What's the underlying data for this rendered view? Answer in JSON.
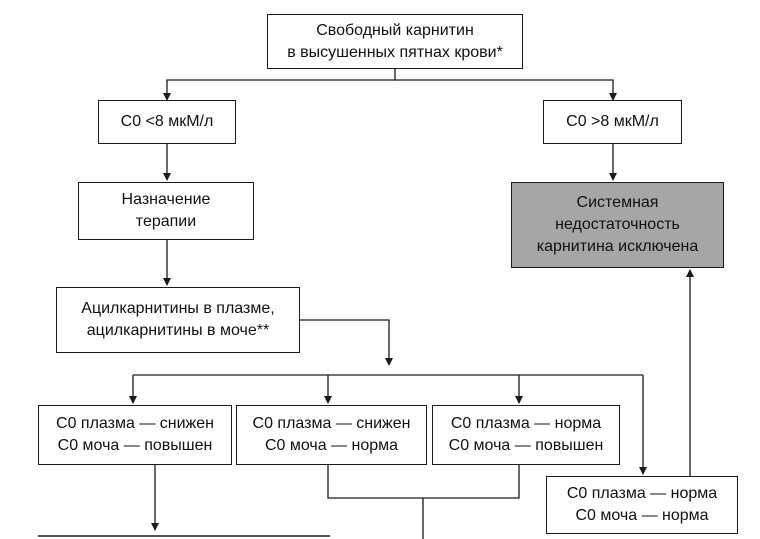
{
  "nodes": {
    "root": {
      "lines": [
        "Свободный карнитин",
        "в высушенных пятнах крови*"
      ]
    },
    "low": {
      "lines": [
        "C0 <8 мкМ/л"
      ]
    },
    "high": {
      "lines": [
        "C0 >8 мкМ/л"
      ]
    },
    "therapy": {
      "lines": [
        "Назначение",
        "терапии"
      ]
    },
    "acyl": {
      "lines": [
        "Ацилкарнитины в плазме,",
        "ацилкарнитины в моче**"
      ]
    },
    "excluded": {
      "lines": [
        "Системная",
        "недостаточность",
        "карнитина исключена"
      ]
    },
    "outcome1": {
      "lines": [
        "C0 плазма — снижен",
        "C0 моча — повышен"
      ]
    },
    "outcome2": {
      "lines": [
        "C0 плазма — снижен",
        "C0 моча — норма"
      ]
    },
    "outcome3": {
      "lines": [
        "C0 плазма — норма",
        "C0 моча — повышен"
      ]
    },
    "outcome4": {
      "lines": [
        "C0 плазма — норма",
        "C0 моча — норма"
      ]
    }
  },
  "colors": {
    "line": "#1a1a1a",
    "excluded_fill": "#a6a6a6"
  }
}
